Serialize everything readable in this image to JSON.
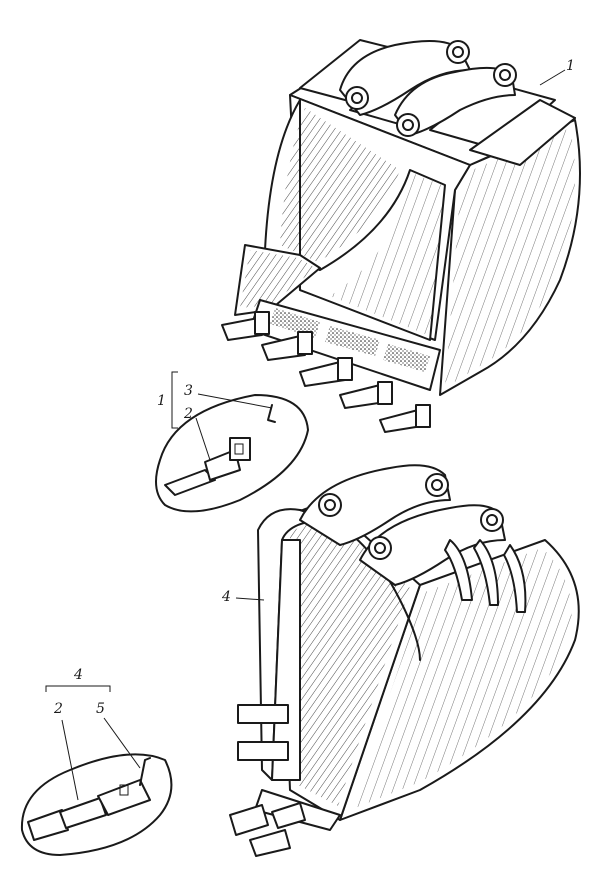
{
  "labels": {
    "l1_top": "1",
    "l1_bracket": "1",
    "l2_top": "2",
    "l3": "3",
    "l4_main": "4",
    "l4_group": "4",
    "l2_bottom": "2",
    "l5": "5"
  },
  "colors": {
    "ink": "#1a1a1a",
    "paper": "#ffffff"
  }
}
